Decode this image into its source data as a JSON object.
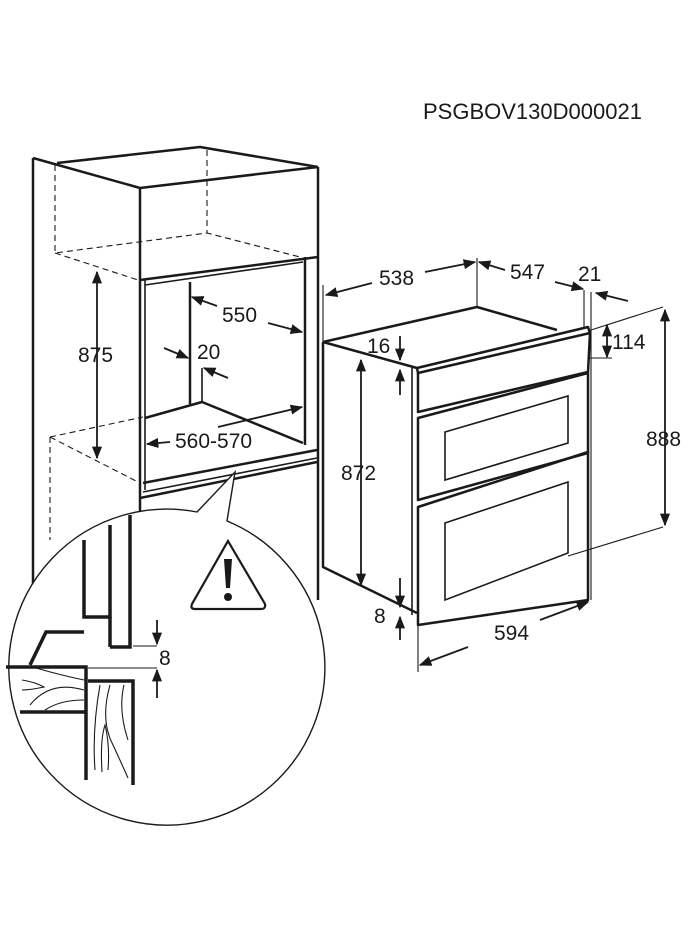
{
  "diagram": {
    "product_code": "PSGBOV130D000021",
    "cabinet_dimensions": {
      "niche_height": "875",
      "niche_depth": "550",
      "rear_gap": "20",
      "niche_width": "560-570"
    },
    "detail_inset": {
      "gap": "8",
      "warning_icon": "warning-triangle-icon"
    },
    "oven_dimensions": {
      "body_depth": "538",
      "depth_with_front": "547",
      "front_thickness": "21",
      "control_panel_height": "114",
      "top_offset": "16",
      "body_height": "872",
      "total_height": "888",
      "bottom_offset": "8",
      "width": "594"
    }
  }
}
